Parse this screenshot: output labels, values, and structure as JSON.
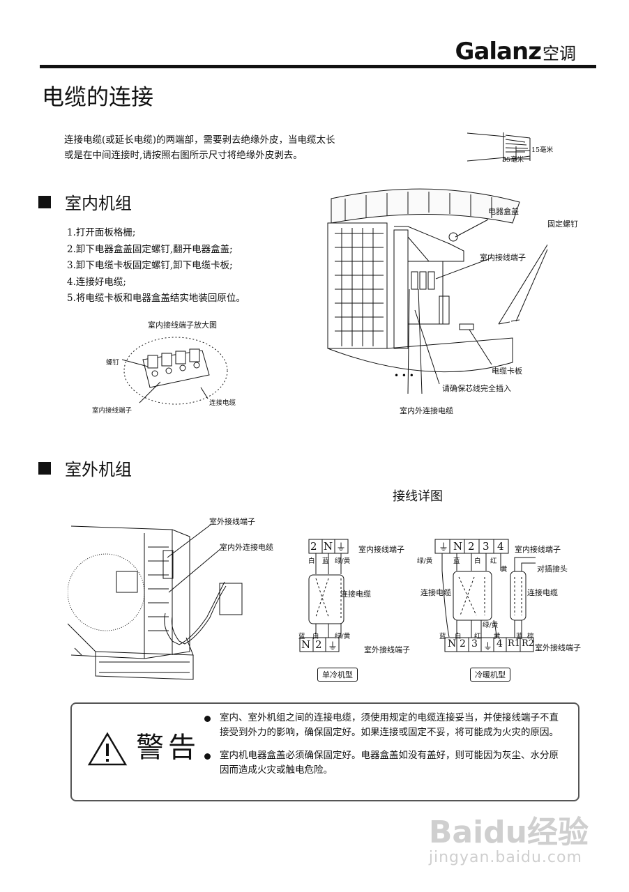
{
  "header": {
    "logo": "Galanz",
    "logo_suffix": "空调"
  },
  "page_title": "电缆的连接",
  "intro_text": "连接电缆(或延长电缆)的两端部，需要剥去绝缘外皮，当电缆太长或是在中间连接时,请按照右图所示尺寸将绝缘外皮剥去。",
  "strip_diagram": {
    "label_15": "15毫米",
    "label_35": "35毫米"
  },
  "indoor": {
    "heading": "室内机组",
    "steps": [
      "1.打开面板格栅;",
      "2.卸下电器盒盖固定螺钉,翻开电器盒盖;",
      "3.卸下电缆卡板固定螺钉,卸下电缆卡板;",
      "4.连接好电缆;",
      "5.将电缆卡板和电器盒盖结实地装回原位。"
    ],
    "zoom_title": "室内接线端子放大图",
    "zoom_labels": {
      "screw": "螺钉",
      "terminal": "室内接线端子",
      "cable": "连接电缆"
    },
    "unit_labels": {
      "box_cover": "电器盒盖",
      "fix_screw": "固定螺钉",
      "terminal": "室内接线端子",
      "clamp": "电缆卡板",
      "insert_note": "请确保芯线完全插入",
      "io_cable": "室内外连接电缆"
    }
  },
  "outdoor": {
    "heading": "室外机组",
    "wiring_title": "接线详图",
    "unit_labels": {
      "terminal": "室外接线端子",
      "io_cable": "室内外连接电缆"
    },
    "cool_only": {
      "top_terminals": [
        "2",
        "N",
        "⏚"
      ],
      "top_colors": [
        "白",
        "蓝",
        "绿/黄"
      ],
      "top_label": "室内接线端子",
      "cable_label": "连接电缆",
      "bottom_colors": [
        "蓝",
        "白",
        "绿/黄"
      ],
      "bottom_terminals": [
        "N",
        "2",
        "⏚"
      ],
      "bottom_label": "室外接线端子",
      "model": "单冷机型"
    },
    "heat_pump": {
      "top_terminals": [
        "⏚",
        "N",
        "2",
        "3",
        "4"
      ],
      "top_colors": [
        "绿/黄",
        "蓝",
        "白",
        "红",
        "黄"
      ],
      "top_label": "室内接线端子",
      "plug_label": "对插接头",
      "cable_label_left": "连接电缆",
      "cable_label_right": "连接电缆",
      "mid_color": "绿/黄",
      "bottom_colors": [
        "蓝",
        "白",
        "红",
        "黄",
        "蓝",
        "棕"
      ],
      "bottom_terminals": [
        "N",
        "2",
        "3",
        "⏚",
        "4",
        "R1",
        "R2"
      ],
      "bottom_label": "室外接线端子",
      "model": "冷暖机型"
    }
  },
  "warning": {
    "title": "警告",
    "items": [
      "室内、室外机组之间的连接电缆，须使用规定的电缆连接妥当，并使接线端子不直接受到外力的影响，确保固定好。如果连接或固定不妥，将可能成为火灾的原因。",
      "室内机电器盒盖必须确保固定好。电器盒盖如没有盖好，则可能因为灰尘、水分原因而造成火灾或触电危险。"
    ]
  },
  "watermark": {
    "brand": "Baidu经验",
    "url": "jingyan.baidu.com"
  }
}
